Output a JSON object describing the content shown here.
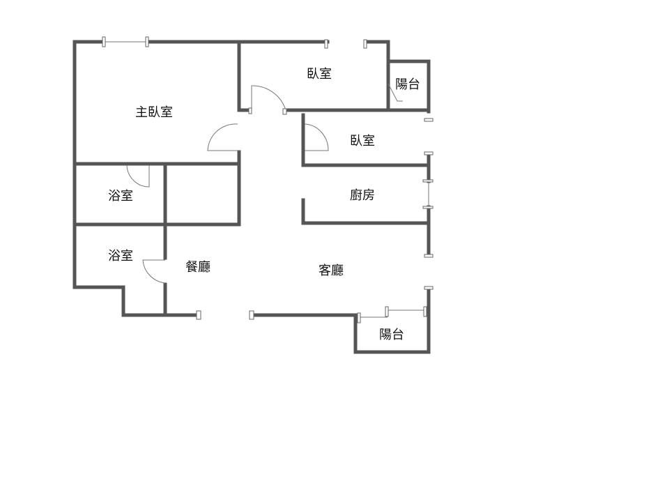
{
  "rooms": {
    "master_bedroom": "主臥室",
    "bedroom_1": "臥室",
    "balcony_1": "陽台",
    "bedroom_2": "臥室",
    "bathroom_1": "浴室",
    "kitchen": "廚房",
    "bathroom_2": "浴室",
    "dining_room": "餐廳",
    "living_room": "客廳",
    "balcony_2": "陽台"
  }
}
